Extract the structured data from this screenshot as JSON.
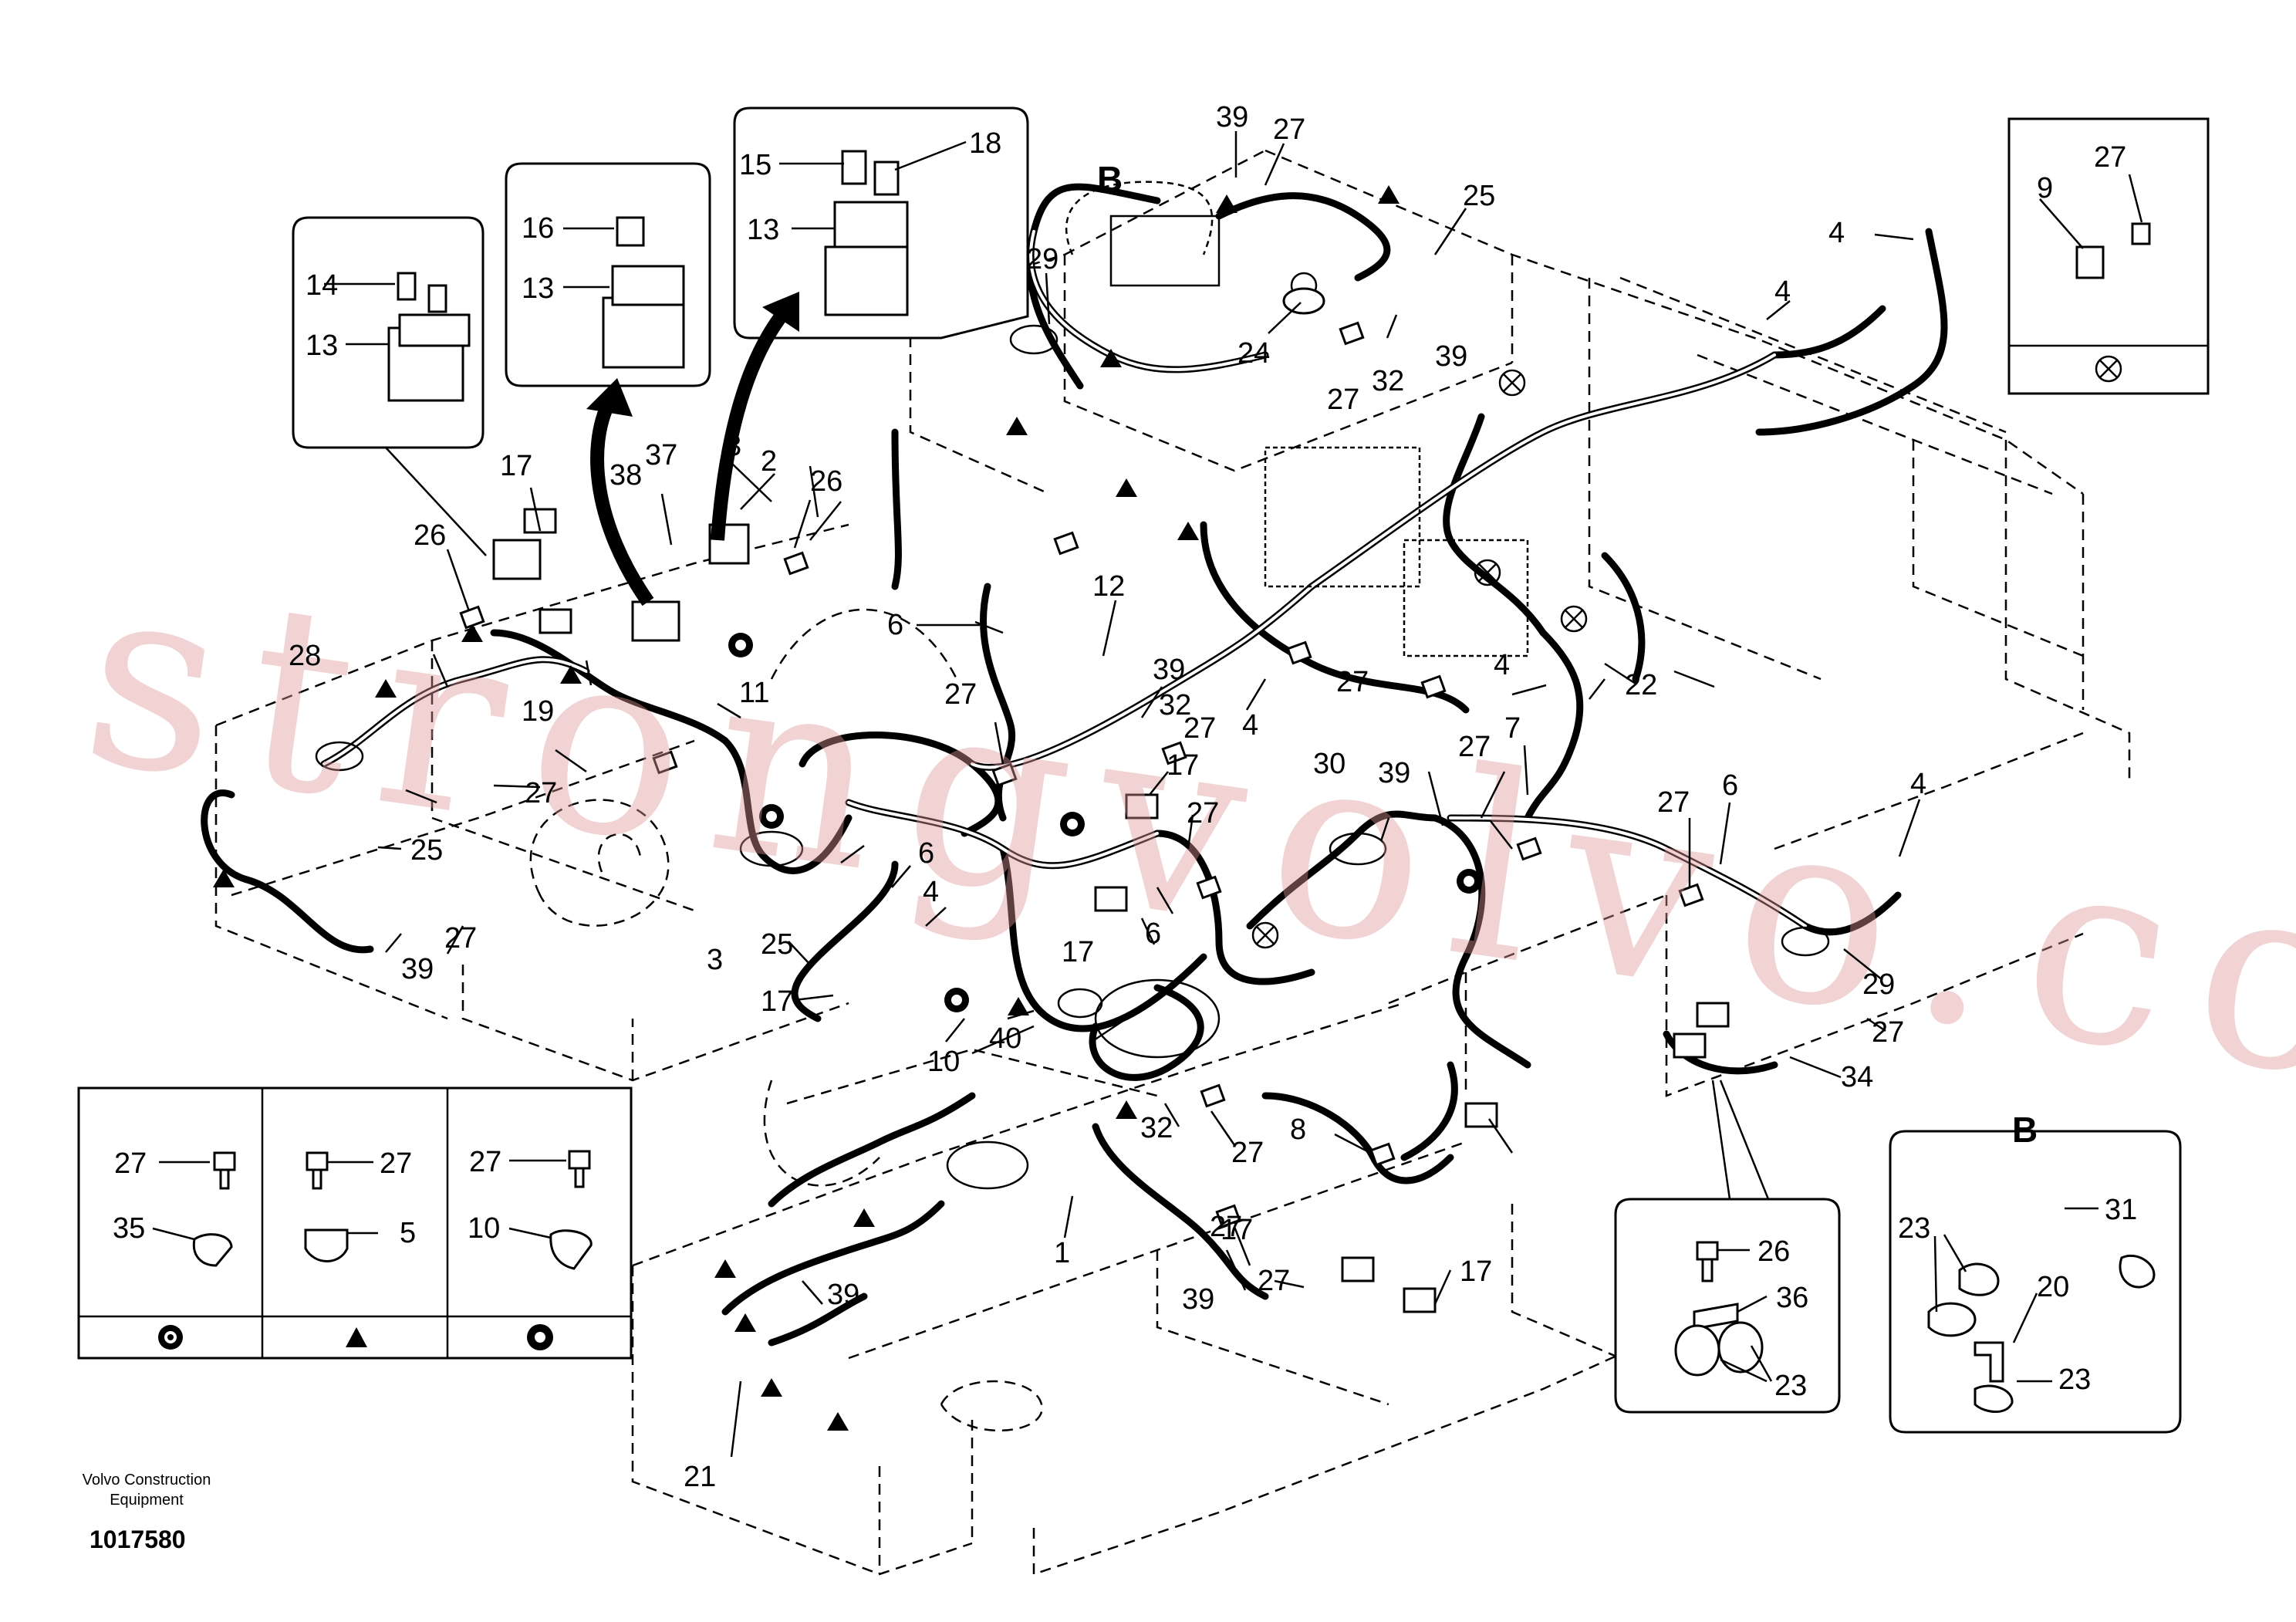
{
  "diagram": {
    "detail_label_top": "B",
    "detail_label_inset": "B",
    "caption_line1": "Volvo Construction",
    "caption_line2": "Equipment",
    "document_number": "1017580",
    "watermark_text": "strongvolvo.com",
    "legend": {
      "cells": [
        {
          "callout_top": "27",
          "callout_bottom": "35",
          "symbol": "circle-dot-symbol"
        },
        {
          "callout_top": "27",
          "callout_bottom": "5",
          "symbol": "triangle-symbol"
        },
        {
          "callout_top": "27",
          "callout_bottom": "10",
          "symbol": "ring-symbol"
        }
      ]
    },
    "top_right_legend": {
      "callout_a": "9",
      "callout_b": "27",
      "symbol": "crossed-circle-symbol"
    },
    "relay_boxes": [
      {
        "callout_top": "14",
        "callout_bottom": "13"
      },
      {
        "callout_top": "16",
        "callout_bottom": "13"
      },
      {
        "callout_a": "15",
        "callout_b": "18",
        "callout_bottom": "13"
      }
    ],
    "clamp_inset": {
      "callout_a": "26",
      "callout_b": "36",
      "callout_c": "23"
    },
    "detail_b_inset": {
      "callout_a": "31",
      "callout_b": "23",
      "callout_c": "20",
      "callout_d": "23"
    },
    "callouts": [
      "39",
      "27",
      "25",
      "39",
      "29",
      "24",
      "32",
      "27",
      "4",
      "4",
      "17",
      "26",
      "38",
      "37",
      "3",
      "2",
      "26",
      "28",
      "19",
      "11",
      "12",
      "6",
      "27",
      "39",
      "32",
      "27",
      "17",
      "27",
      "27",
      "25",
      "27",
      "39",
      "25",
      "6",
      "4",
      "3",
      "17",
      "17",
      "6",
      "10",
      "40",
      "32",
      "27",
      "8",
      "17",
      "1",
      "27",
      "39",
      "39",
      "21",
      "30",
      "39",
      "27",
      "7",
      "27",
      "6",
      "4",
      "4",
      "27",
      "22",
      "29",
      "27",
      "34",
      "17",
      "27",
      "4"
    ]
  }
}
